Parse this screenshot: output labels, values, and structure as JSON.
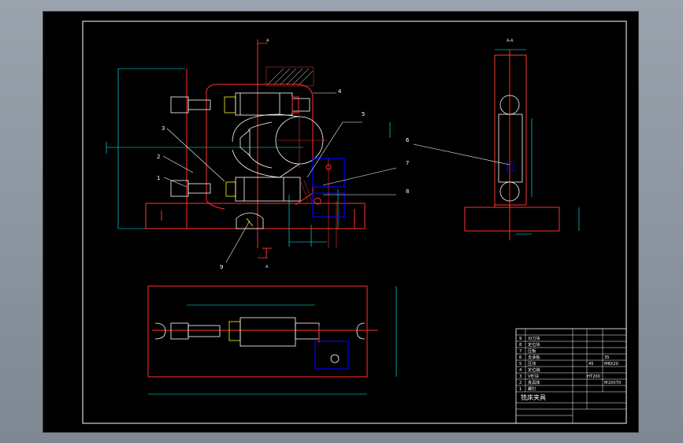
{
  "section_label": "A-A",
  "section_marker": "A",
  "callouts": [
    "1",
    "2",
    "3",
    "4",
    "5",
    "6",
    "7",
    "8",
    "9"
  ],
  "title_block": {
    "title": "铣床夹具",
    "rows": [
      {
        "no": "9",
        "name": "对刀块"
      },
      {
        "no": "8",
        "name": "定位块"
      },
      {
        "no": "7",
        "name": "压板"
      },
      {
        "no": "6",
        "name": "支承板"
      },
      {
        "no": "5",
        "name": "压块"
      },
      {
        "no": "4",
        "name": "定位销"
      },
      {
        "no": "3",
        "name": "V形块"
      },
      {
        "no": "2",
        "name": "夹具体"
      },
      {
        "no": "1",
        "name": "螺钉"
      }
    ],
    "codes": [
      "45",
      "35",
      "M8X20",
      "HT200",
      "M10X70"
    ]
  },
  "colors": {
    "outline": "#ff3030",
    "center": "#ff3030",
    "dim": "#00ffff",
    "part": "#ffffff",
    "accent": "#ffff00",
    "block": "#0000ff"
  }
}
